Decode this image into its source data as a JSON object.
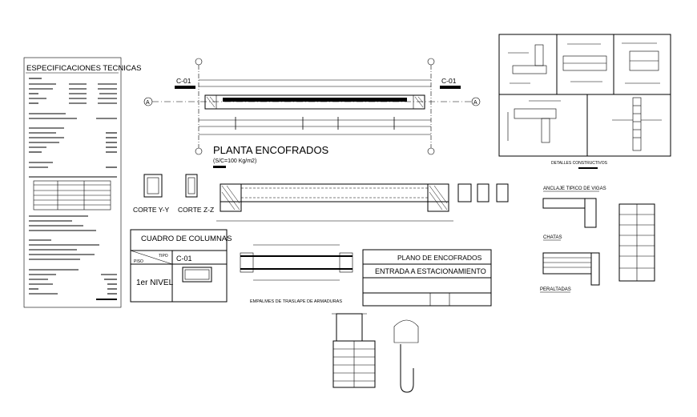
{
  "specs": {
    "title": "ESPECIFICACIONES TECNICAS"
  },
  "plan": {
    "title": "PLANTA ENCOFRADOS",
    "subtitle": "(S/C=100 Kg/m2)",
    "col_left": "C-01",
    "col_right": "C-01",
    "axis": "A"
  },
  "sections": {
    "corte_y": "CORTE Y-Y",
    "corte_z": "CORTE Z-Z"
  },
  "columns_table": {
    "title": "CUADRO DE COLUMNAS",
    "tipo_label": "TIPO",
    "col_type": "C-01",
    "piso_label": "PISO",
    "level": "1er NIVEL"
  },
  "title_block": {
    "line1": "PLANO DE ENCOFRADOS",
    "line2": "ENTRADA A ESTACIONAMIENTO"
  },
  "anclaje": {
    "title": "ANCLAJE TIPICO DE VIGAS",
    "chatas": "CHATAS",
    "peraltadas": "PERALTADAS"
  },
  "details": {
    "caption": "DETALLES CONSTRUCTIVOS"
  },
  "splice": {
    "caption": "EMPALMES DE TRASLAPE DE ARMADURAS"
  }
}
